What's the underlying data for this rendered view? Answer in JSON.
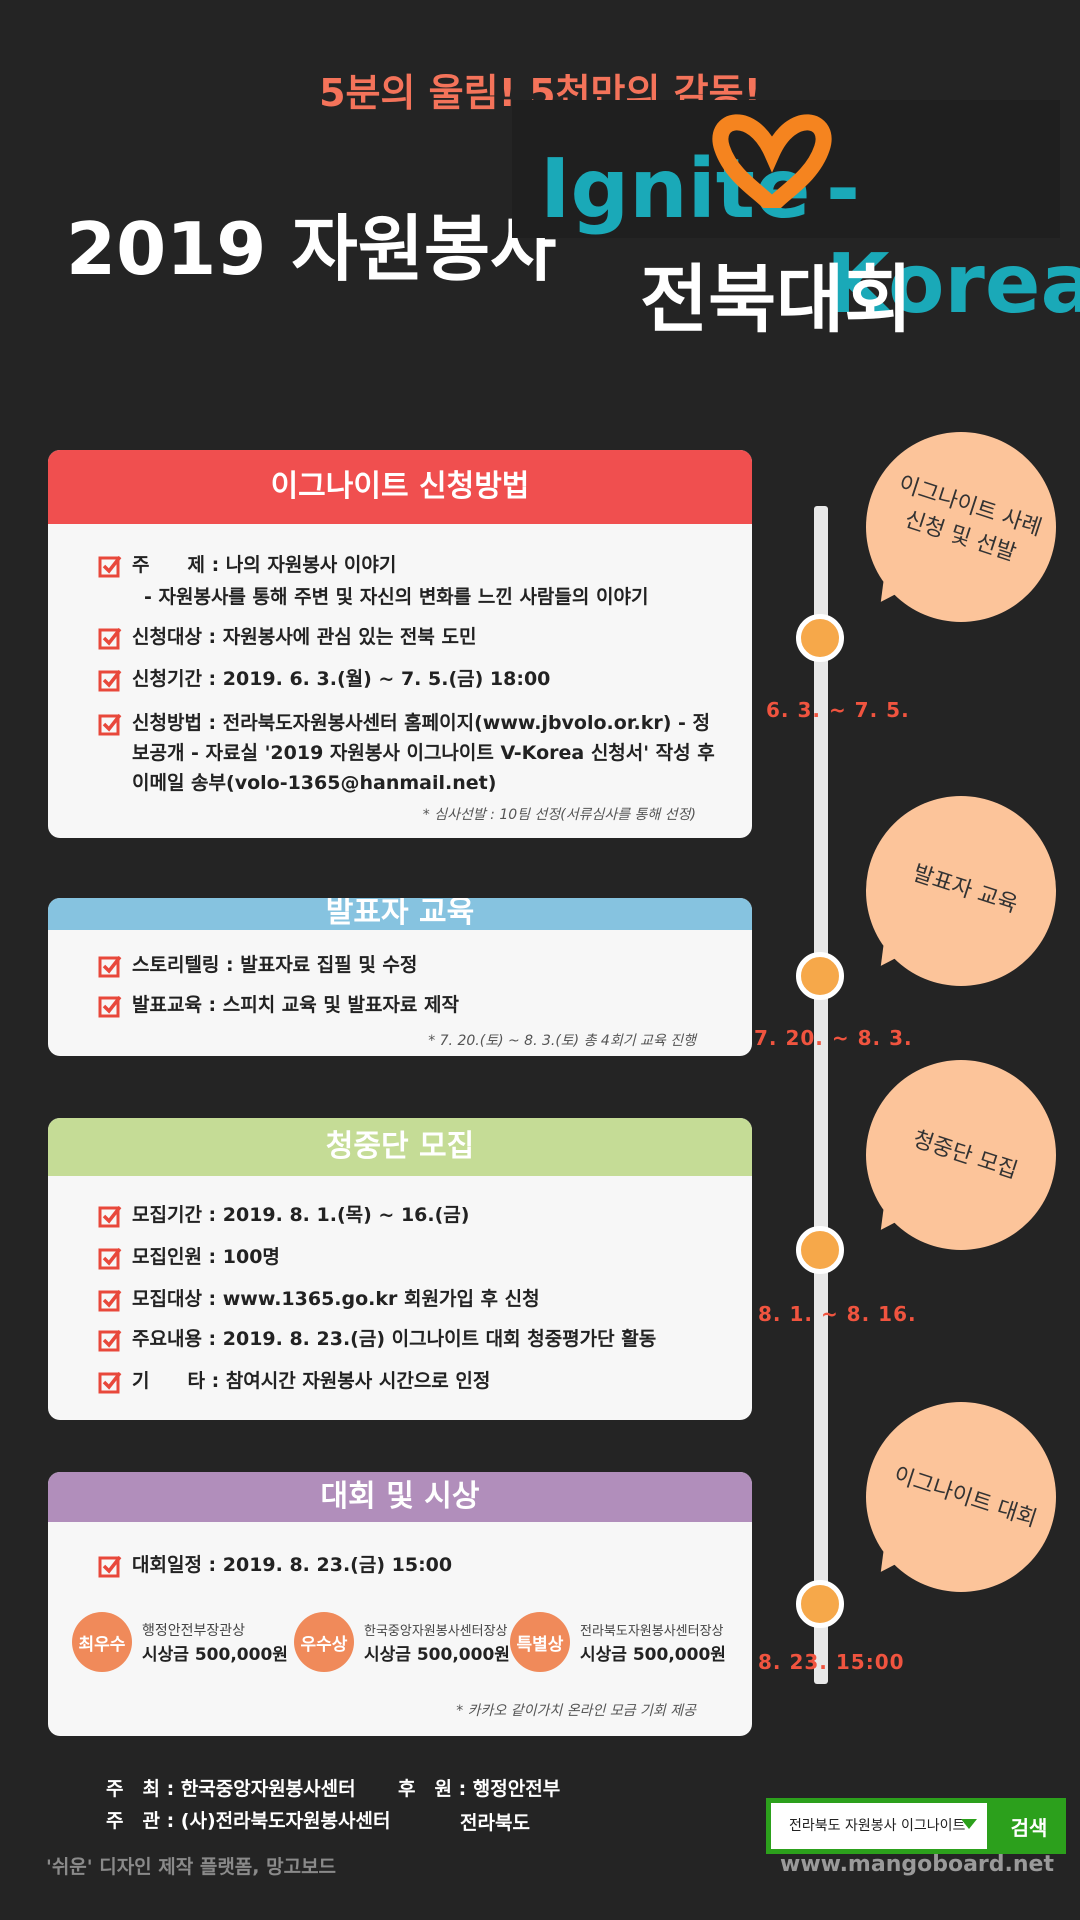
{
  "header": {
    "tagline": "5분의 울림! 5천만의 감동!",
    "title": "2019 자원봉사",
    "logo_text": "Ignite",
    "logo_text2": "- Korea",
    "subtitle": "전북대회"
  },
  "section1": {
    "heading": "이그나이트 신청방법",
    "items": [
      "주　　제 : 나의 자원봉사 이야기",
      "- 자원봉사를 통해 주변 및 자신의 변화를 느낀 사람들의 이야기",
      "신청대상 : 자원봉사에 관심 있는 전북 도민",
      "신청기간 : 2019. 6. 3.(월) ~ 7. 5.(금) 18:00",
      "신청방법 : 전라북도자원봉사센터 홈페이지(www.jbvolo.or.kr) - 정",
      "보공개 - 자료실 '2019 자원봉사 이그나이트 V-Korea 신청서' 작성 후",
      "이메일 송부(volo-1365@hanmail.net)"
    ],
    "note": "* 심사선발 : 10팀 선정(서류심사를 통해 선정)"
  },
  "section2": {
    "heading": "발표자 교육",
    "items": [
      "스토리텔링 : 발표자료 집필 및 수정",
      "발표교육 : 스피치 교육 및 발표자료 제작"
    ],
    "note": "* 7. 20.(토) ~ 8. 3.(토) 총 4회기 교육 진행"
  },
  "section3": {
    "heading": "청중단 모집",
    "items": [
      "모집기간 : 2019. 8. 1.(목) ~ 16.(금)",
      "모집인원 : 100명",
      "모집대상 : www.1365.go.kr 회원가입 후 신청",
      "주요내용 : 2019. 8. 23.(금) 이그나이트 대회 청중평가단 활동",
      "기　　타 :  참여시간 자원봉사 시간으로 인정"
    ]
  },
  "section4": {
    "heading": "대회 및 시상",
    "items": [
      "대회일정 : 2019. 8. 23.(금) 15:00"
    ],
    "awards": [
      {
        "badge": "최우수",
        "desc": "행정안전부장관상",
        "prize": "시상금 500,000원"
      },
      {
        "badge": "우수상",
        "desc": "한국중앙자원봉사센터장상",
        "prize": "시상금 500,000원"
      },
      {
        "badge": "특별상",
        "desc": "전라북도자원봉사센터장상",
        "prize": "시상금 500,000원"
      }
    ],
    "note": "* 카카오 같이가치 온라인 모금 기회 제공"
  },
  "timeline": {
    "bubbles": [
      "이그나이트 사례",
      "신청 및 선발",
      "발표자 교육",
      "청중단 모집",
      "이그나이트 대회"
    ],
    "dates": [
      "6. 3. ~ 7. 5.",
      "7. 20. ~ 8. 3.",
      "8. 1. ~ 8. 16.",
      "8. 23. 15:00"
    ]
  },
  "footer": {
    "host": "주　최 : 한국중앙자원봉사센터",
    "organizer": "주　관 : (사)전라북도자원봉사센터",
    "sponsor1": "후　원 : 행정안전부",
    "sponsor2": "전라북도",
    "search_value": "전라북도 자원봉사 이그나이트",
    "search_button": "검색",
    "credit": "'쉬운' 디자인 제작 플랫폼, 망고보드",
    "site": "www.mangoboard.net"
  },
  "colors": {
    "bg": "#242424",
    "red": "#f04f4f",
    "blue": "#86c3e0",
    "green": "#c5dc96",
    "purple": "#b18ebb",
    "orange": "#f6a84a",
    "peach": "#fcc49a",
    "teal": "#1aa9b8",
    "accent_date": "#f0543f"
  }
}
